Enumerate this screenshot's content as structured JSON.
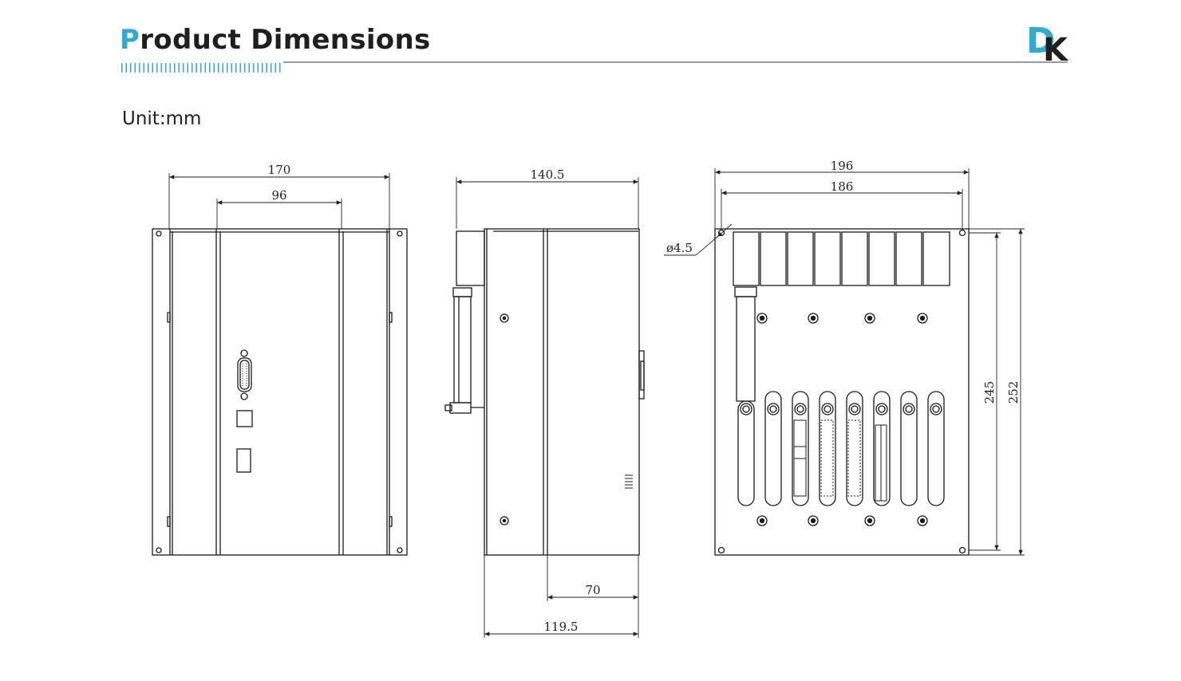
{
  "header": {
    "title_first_letter": "P",
    "title_rest": "roduct Dimensions",
    "logo_text_1": "D",
    "logo_text_2": "K",
    "accent_color": "#2fa9d6"
  },
  "unit_label": "Unit:mm",
  "dimensions": {
    "front_width": "170",
    "front_inner_width": "96",
    "side_total": "140.5",
    "side_depth_a": "70",
    "side_depth_b": "119.5",
    "back_width_outer": "196",
    "back_width_holes": "186",
    "hole_diameter": "ø4.5",
    "back_height_holes": "245",
    "back_height_outer": "252"
  }
}
